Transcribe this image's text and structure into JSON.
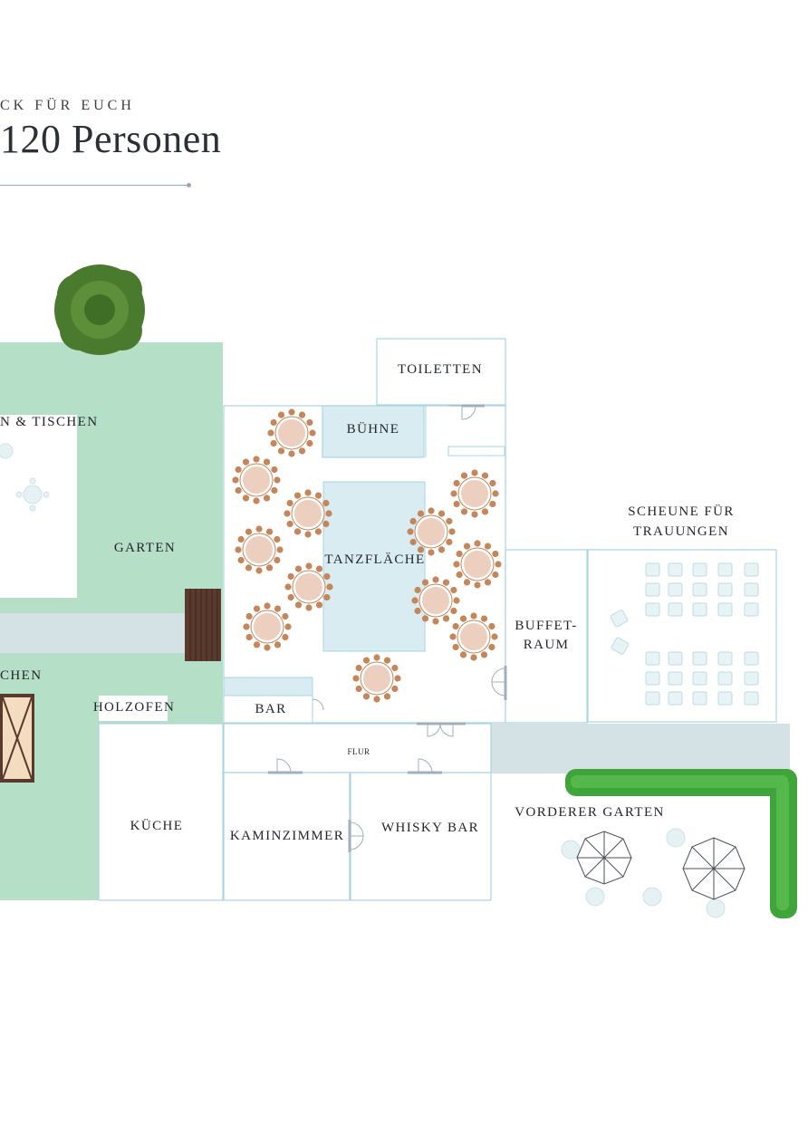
{
  "header": {
    "kicker": "CK FÜR EUCH",
    "headline": "120 Personen"
  },
  "labels": {
    "toiletten": "TOILETTEN",
    "buehne": "BÜHNE",
    "tisch": "N & TISCHEN",
    "garten": "GARTEN",
    "tanzflaeche": "TANZFLÄCHE",
    "scheune_1": "SCHEUNE FÜR",
    "scheune_2": "TRAUUNGEN",
    "buffet_1": "BUFFET-",
    "buffet_2": "RAUM",
    "chen": "CHEN",
    "holzofen": "HOLZOFEN",
    "bar": "BAR",
    "flur": "FLUR",
    "kueche": "KÜCHE",
    "kaminzimmer": "KAMINZIMMER",
    "whisky": "WHISKY BAR",
    "vorderer": "VORDERER GARTEN"
  },
  "colors": {
    "garden_green": "#b5dfc6",
    "wall_blue": "#a9d4e2",
    "room_fill": "#d8ecf2",
    "path_grey": "#d5e2e5",
    "table_fill": "#eccfbf",
    "chair": "#c5865b",
    "tree_dark": "#4a7a2e",
    "hedge": "#3fa43a",
    "deck_brown": "#5a3a2c"
  },
  "icons": [
    "tree-icon",
    "hedge-icon",
    "umbrella-icon",
    "round-table-icon",
    "chair-icon",
    "door-icon",
    "deck-icon",
    "oven-icon"
  ]
}
